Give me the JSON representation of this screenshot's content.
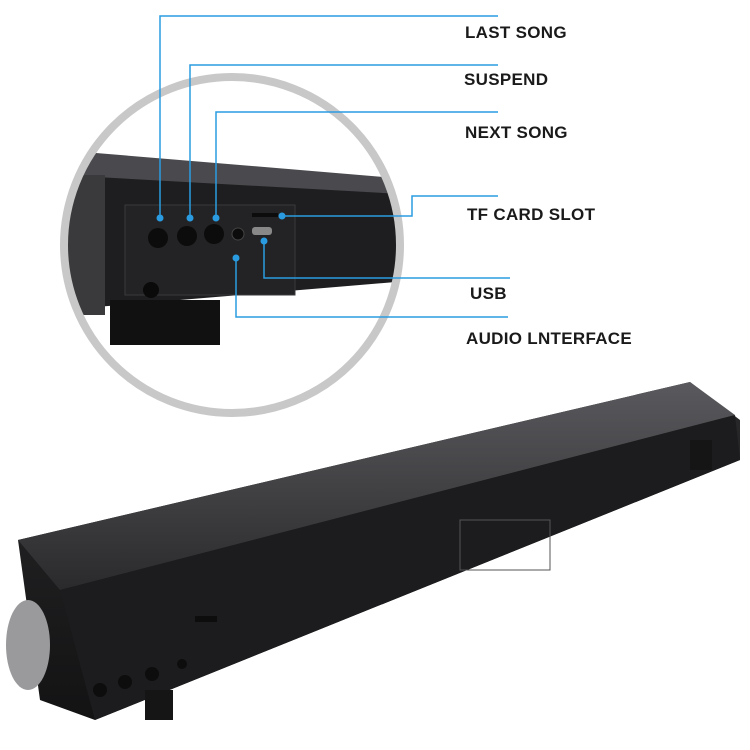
{
  "callouts": [
    {
      "id": "last-song",
      "label": "LAST SONG"
    },
    {
      "id": "suspend",
      "label": "SUSPEND"
    },
    {
      "id": "next-song",
      "label": "NEXT SONG"
    },
    {
      "id": "tf-card-slot",
      "label": "TF CARD SLOT"
    },
    {
      "id": "usb",
      "label": "USB"
    },
    {
      "id": "audio-interface",
      "label": "AUDIO LNTERFACE"
    }
  ],
  "colors": {
    "callout_line": "#2a9be0",
    "magnifier_ring": "#c8c8c8",
    "speaker_body": "#2b2b2d"
  }
}
